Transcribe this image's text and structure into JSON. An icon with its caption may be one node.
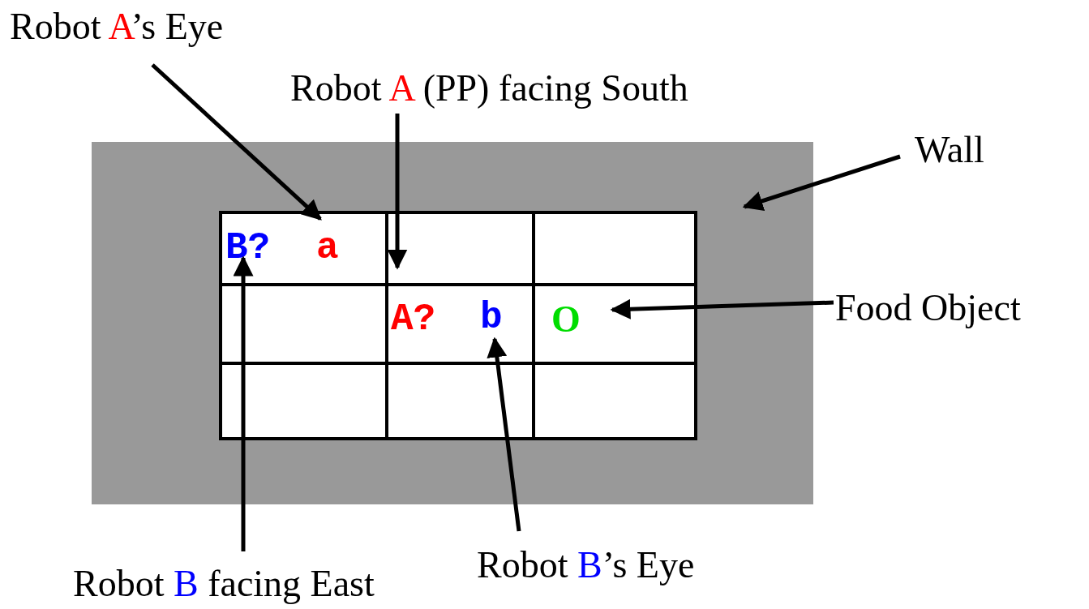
{
  "diagram": {
    "nodes": [
      {
        "text": [],
        "shape": "box"
      },
      {
        "text": [],
        "shape": "box",
        "in": 0
      },
      {
        "text": [],
        "shape": "box",
        "in": 0
      },
      {
        "text": [],
        "shape": "box",
        "in": 0
      },
      {
        "text": [],
        "shape": "box",
        "in": 0
      },
      {
        "text": [],
        "shape": "box",
        "in": 0
      },
      {
        "text": [],
        "shape": "box",
        "in": 0
      },
      {
        "text": [],
        "shape": "box",
        "in": 0
      },
      {
        "text": [],
        "shape": "box",
        "in": 0
      },
      {
        "text": [],
        "shape": "box",
        "in": 0
      },
      {
        "text": [
          "B?"
        ],
        "in": 1
      },
      {
        "text": [
          "a"
        ],
        "in": 1
      },
      {
        "text": [
          "A?"
        ],
        "in": 5
      },
      {
        "text": [
          "b"
        ],
        "in": 5
      },
      {
        "text": [
          "O"
        ],
        "in": 6
      },
      {
        "text": [
          "Robot A’s Eye"
        ]
      },
      {
        "text": [
          "Robot A (PP) facing South"
        ]
      },
      {
        "text": [
          "Wall"
        ]
      },
      {
        "text": [
          "Food Object"
        ]
      },
      {
        "text": [
          "Robot B facing East"
        ]
      },
      {
        "text": [
          "Robot B’s Eye"
        ]
      }
    ],
    "edges": [
      {
        "from": 15,
        "to": 11,
        "arrow": "to"
      },
      {
        "from": 16,
        "to": 2,
        "arrow": "to"
      },
      {
        "from": 17,
        "to": 0,
        "arrow": "to"
      },
      {
        "from": 18,
        "to": 14,
        "arrow": "to"
      },
      {
        "from": 19,
        "to": 10,
        "arrow": "to"
      },
      {
        "from": 20,
        "to": 13,
        "arrow": "to"
      }
    ]
  }
}
